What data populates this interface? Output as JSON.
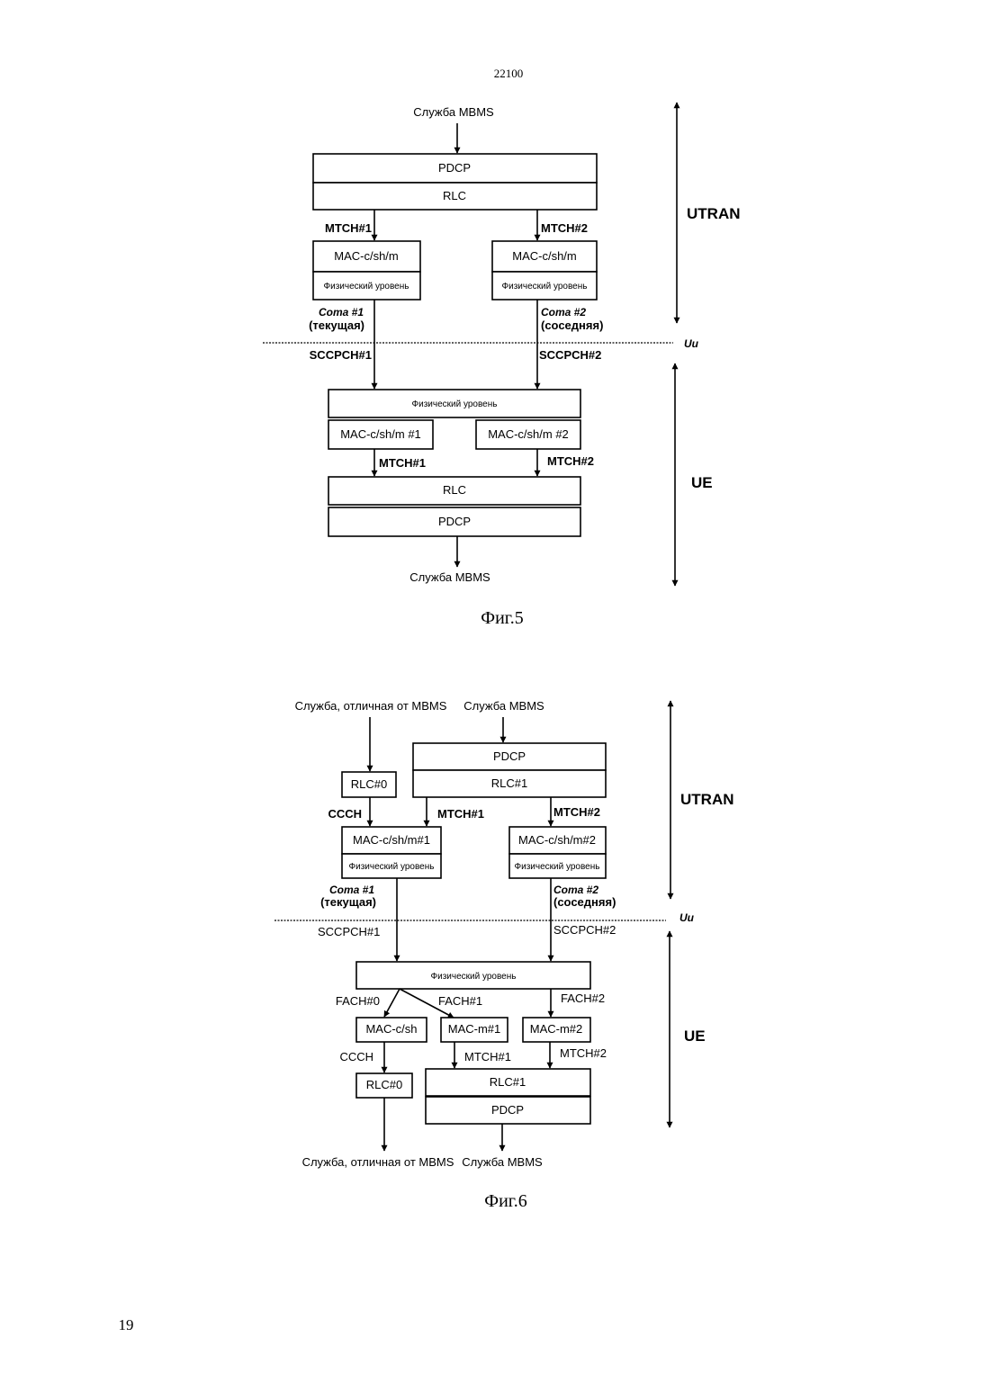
{
  "header": {
    "page_code": "22100"
  },
  "footer": {
    "page_number": "19"
  },
  "fig5": {
    "caption": "Фиг.5",
    "service_in": "Служба MBMS",
    "service_out": "Служба MBMS",
    "pdcp": "PDCP",
    "rlc": "RLC",
    "mtch1": "MTCH#1",
    "mtch2": "MTCH#2",
    "mac_left": "MAC-c/sh/m",
    "mac_right": "MAC-c/sh/m",
    "phy_left": "Физический уровень",
    "phy_right": "Физический уровень",
    "cell1_name": "Сота #1",
    "cell1_state": "(текущая)",
    "cell2_name": "Сота #2",
    "cell2_state": "(соседняя)",
    "sccpch1": "SCCPCH#1",
    "sccpch2": "SCCPCH#2",
    "uu": "Uu",
    "utran": "UTRAN",
    "ue": "UE",
    "ue_phy": "Физический уровень",
    "ue_mac1": "MAC-c/sh/m #1",
    "ue_mac2": "MAC-c/sh/m #2",
    "ue_mtch1": "MTCH#1",
    "ue_mtch2": "MTCH#2",
    "ue_rlc": "RLC",
    "ue_pdcp": "PDCP"
  },
  "fig6": {
    "caption": "Фиг.6",
    "service_other_in": "Служба, отличная от MBMS",
    "service_mbms_in": "Служба MBMS",
    "pdcp": "PDCP",
    "rlc1": "RLC#1",
    "rlc0": "RLC#0",
    "ccch": "CCCH",
    "mtch1": "MTCH#1",
    "mtch2": "MTCH#2",
    "mac1": "MAC-c/sh/m#1",
    "mac2": "MAC-c/sh/m#2",
    "phy_left": "Физический уровень",
    "phy_right": "Физический уровень",
    "cell1_name": "Сота #1",
    "cell1_state": "(текущая)",
    "cell2_name": "Сота #2",
    "cell2_state": "(соседняя)",
    "sccpch1": "SCCPCH#1",
    "sccpch2": "SCCPCH#2",
    "uu": "Uu",
    "utran": "UTRAN",
    "ue": "UE",
    "ue_phy": "Физический уровень",
    "fach0": "FACH#0",
    "fach1": "FACH#1",
    "fach2": "FACH#2",
    "ue_mac_csh": "MAC-c/sh",
    "ue_mac_m1": "MAC-m#1",
    "ue_mac_m2": "MAC-m#2",
    "ue_ccch": "CCCH",
    "ue_mtch1": "MTCH#1",
    "ue_mtch2": "MTCH#2",
    "ue_rlc0": "RLC#0",
    "ue_rlc1": "RLC#1",
    "ue_pdcp": "PDCP",
    "service_other_out": "Служба, отличная от MBMS",
    "service_mbms_out": "Служба MBMS"
  }
}
